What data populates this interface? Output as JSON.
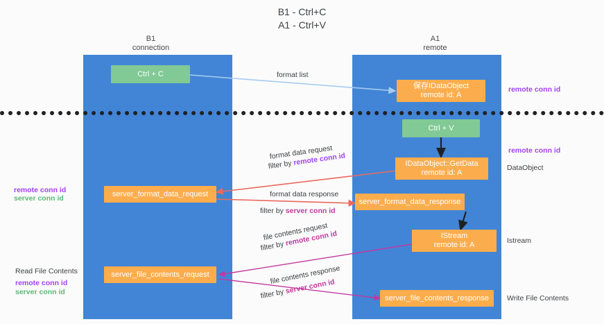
{
  "title": {
    "line1": "B1 - Ctrl+C",
    "line2": "A1 - Ctrl+V"
  },
  "lanes": [
    {
      "id": "b1",
      "name": "B1",
      "role": "connection",
      "color": "#4285d6"
    },
    {
      "id": "a1",
      "name": "A1",
      "role": "remote",
      "color": "#4285d6"
    }
  ],
  "nodes": {
    "ctrl_c": {
      "label": "Ctrl + C",
      "color": "#81c995"
    },
    "ctrl_v": {
      "label": "Ctrl + V",
      "color": "#81c995"
    },
    "idataobject": {
      "line1": "保存IDataObject",
      "line2": "remote id: A",
      "color": "#fbad4d"
    },
    "getdata": {
      "line1": "IDataObject::GetData",
      "line2": "remote id: A",
      "color": "#fbad4d"
    },
    "istream": {
      "line1": "IStream",
      "line2": "remote id: A",
      "color": "#fbad4d"
    },
    "server_format_data_request": {
      "label": "server_format_data_request",
      "color": "#fbad4d"
    },
    "server_format_data_response": {
      "label": "server_format_data_response",
      "color": "#fbad4d"
    },
    "server_file_contents_request": {
      "label": "server_file_contents_request",
      "color": "#fbad4d"
    },
    "server_file_contents_response": {
      "label": "server_file_contents_response",
      "color": "#fbad4d"
    }
  },
  "edge_labels": {
    "format_list": "format list",
    "format_data_request": "format data request",
    "format_data_request_filter_prefix": "filter by ",
    "format_data_request_filter_key": "remote conn id",
    "format_data_response": "format data response",
    "format_data_response_filter_prefix": "filter by ",
    "format_data_response_filter_key": "server conn id",
    "file_contents_request": "file contents request",
    "file_contents_request_filter_prefix": "filter by ",
    "file_contents_request_filter_key": "remote conn id",
    "file_contents_response": "file contents response",
    "file_contents_response_filter_prefix": "filter by ",
    "file_contents_response_filter_key": "server conn id"
  },
  "annotations": {
    "right_remote_conn_id_top": "remote conn id",
    "right_remote_conn_id_mid": "remote conn id",
    "right_dataobject": "DataObject",
    "right_istream": "Istream",
    "right_write_file_contents": "Write File Contents",
    "left_remote_conn_id_mid": "remote conn id",
    "left_server_conn_id_mid": "server conn id",
    "left_read_file_contents": "Read File Contents",
    "left_remote_conn_id_bot": "remote conn id",
    "left_server_conn_id_bot": "server conn id"
  },
  "colors": {
    "lane": "#4285d6",
    "green_node": "#81c995",
    "orange_node": "#fbad4d",
    "purple_key": "#a142f4",
    "green_key": "#5bb974",
    "magenta_key": "#c2399f",
    "arrow_blue": "#a7ccf0",
    "arrow_red": "#ea6a5e",
    "arrow_magenta": "#c2399f",
    "arrow_black": "#202124",
    "divider": "#202124"
  }
}
